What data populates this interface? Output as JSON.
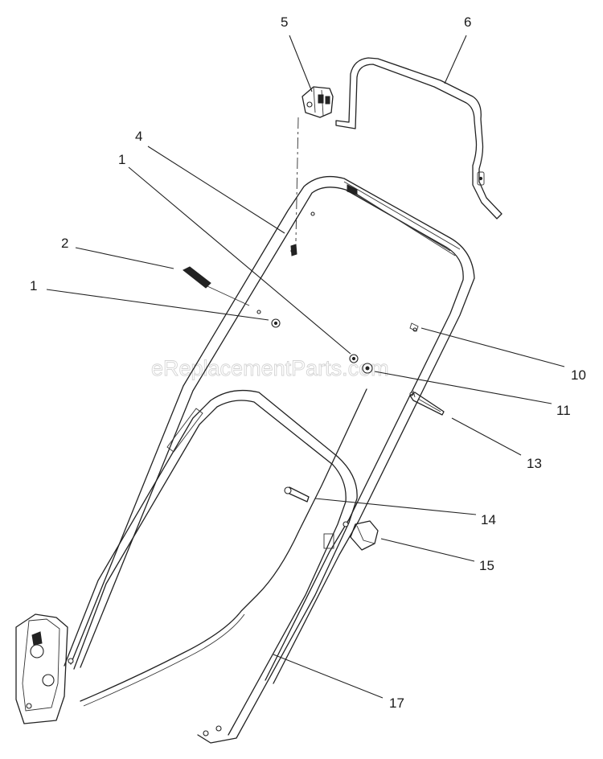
{
  "watermark": "eReplacementParts.com",
  "callouts": [
    {
      "id": "c5",
      "label": "5"
    },
    {
      "id": "c6",
      "label": "6"
    },
    {
      "id": "c4",
      "label": "4"
    },
    {
      "id": "c1a",
      "label": "1"
    },
    {
      "id": "c2",
      "label": "2"
    },
    {
      "id": "c1b",
      "label": "1"
    },
    {
      "id": "c10",
      "label": "10"
    },
    {
      "id": "c11",
      "label": "11"
    },
    {
      "id": "c13",
      "label": "13"
    },
    {
      "id": "c14",
      "label": "14"
    },
    {
      "id": "c15",
      "label": "15"
    },
    {
      "id": "c17",
      "label": "17"
    }
  ]
}
